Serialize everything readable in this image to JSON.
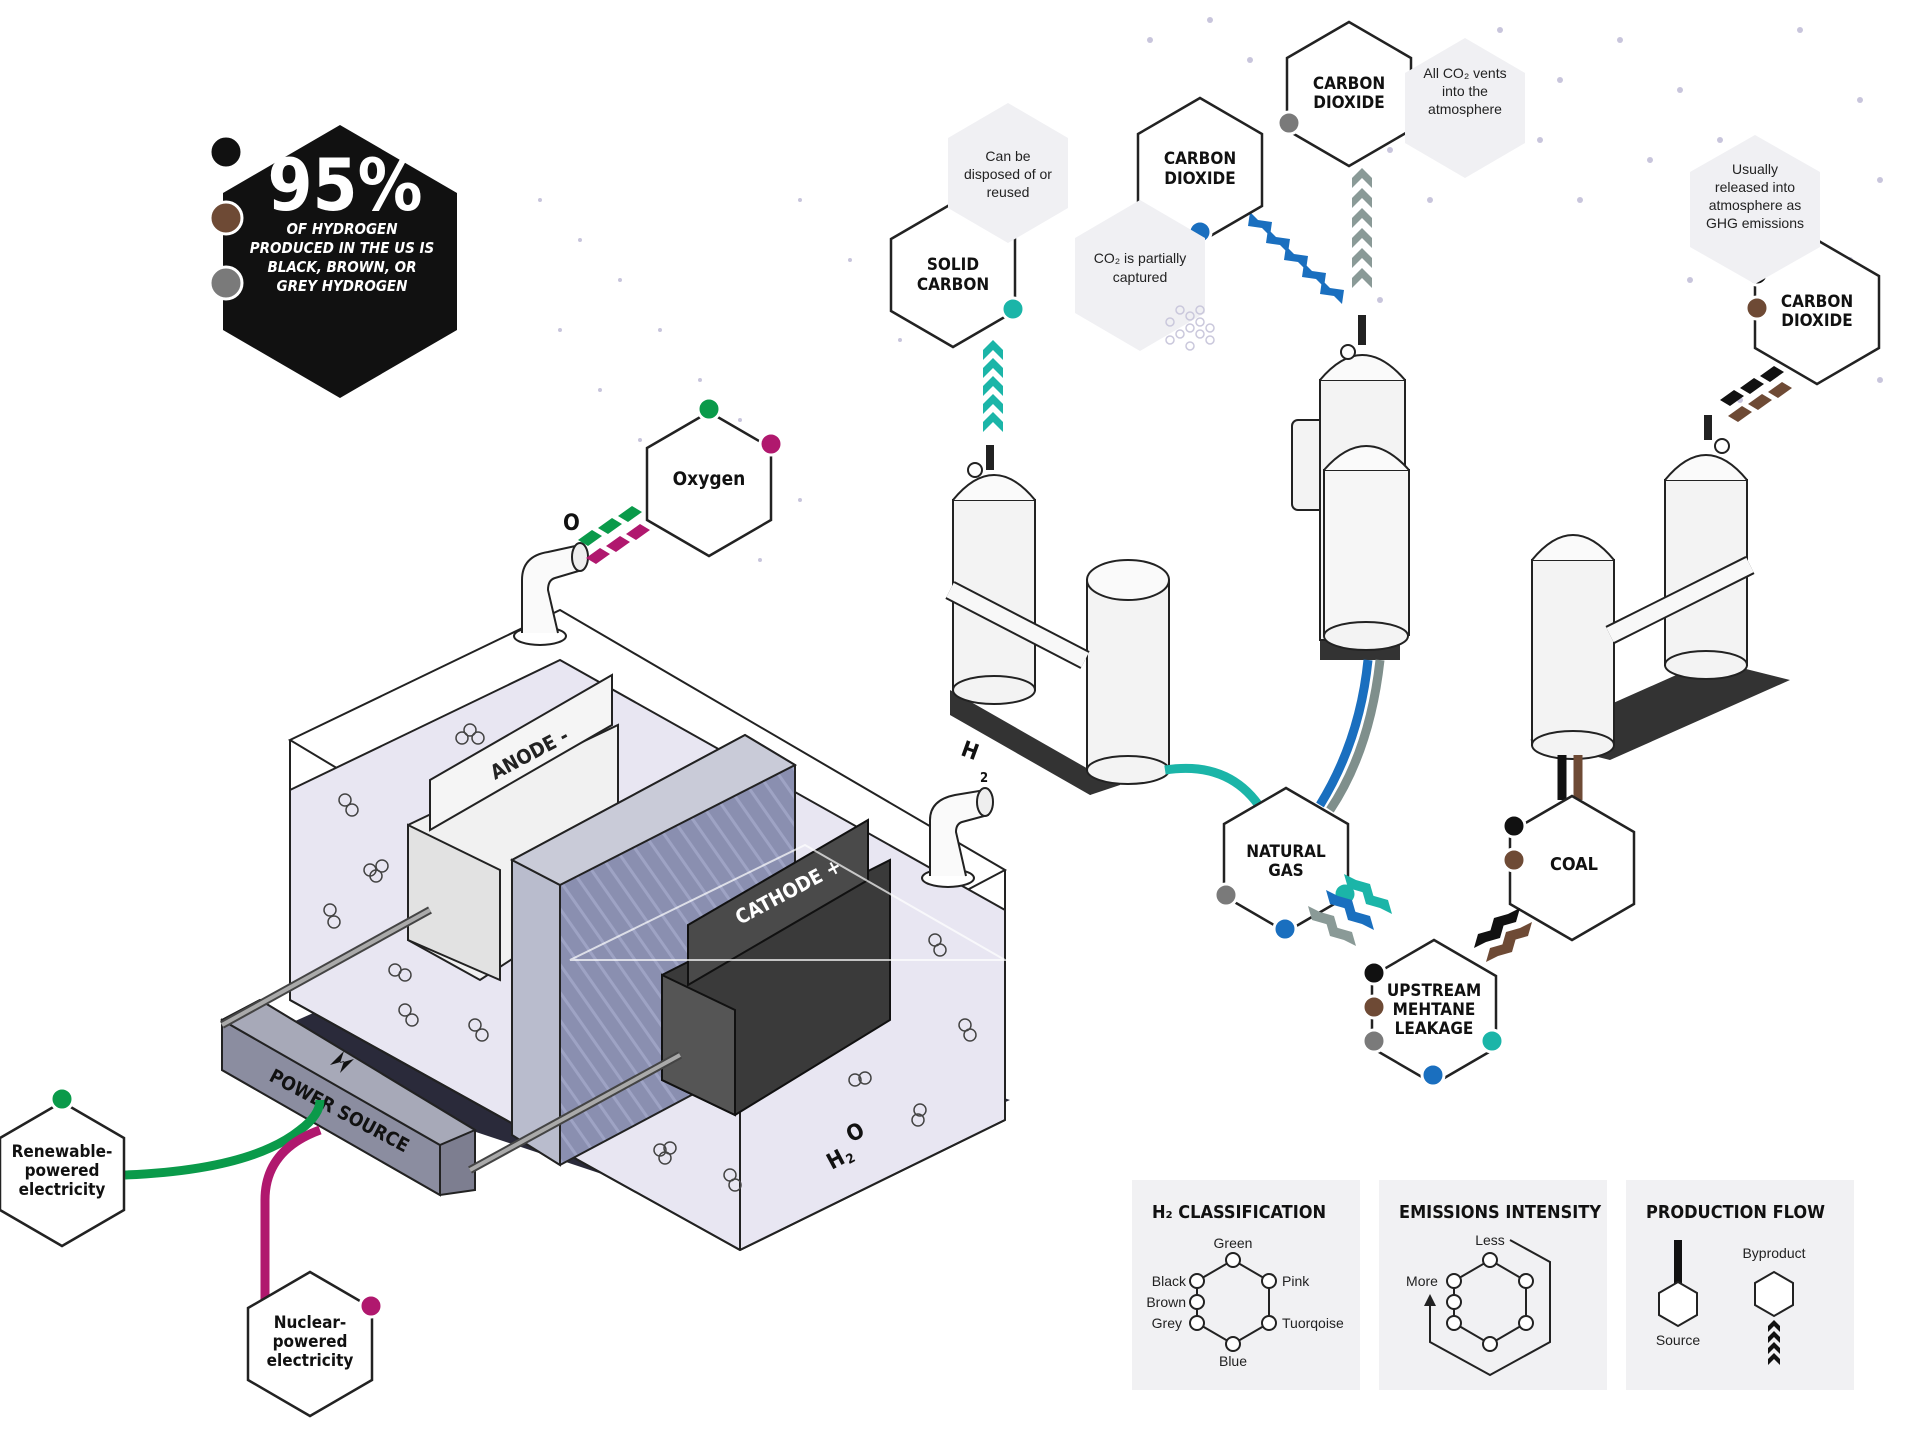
{
  "stat": {
    "percent": "95%",
    "line1": "OF HYDROGEN",
    "line2": "PRODUCED IN THE US IS",
    "line3": "BLACK, BROWN, OR",
    "line4": "GREY  HYDROGEN"
  },
  "nodes": {
    "oxygen": "Oxygen",
    "solid_carbon": [
      "SOLID",
      "CARBON"
    ],
    "co2_blue": [
      "CARBON",
      "DIOXIDE"
    ],
    "co2_grey": [
      "CARBON",
      "DIOXIDE"
    ],
    "co2_coal": [
      "CARBON",
      "DIOXIDE"
    ],
    "natural_gas": [
      "NATURAL",
      "GAS"
    ],
    "coal": "COAL",
    "upstream": [
      "UPSTREAM",
      "MEHTANE",
      "LEAKAGE"
    ],
    "renewable": [
      "Renewable-",
      "powered",
      "electricity"
    ],
    "nuclear": [
      "Nuclear-",
      "powered",
      "electricity"
    ]
  },
  "notes": {
    "solid_carbon": [
      "Can be",
      "disposed of or",
      "reused"
    ],
    "co2_partial": [
      "CO₂ is partially",
      "captured"
    ],
    "co2_vent": [
      "All CO₂ vents",
      "into the",
      "atmosphere"
    ],
    "co2_coal": [
      "Usually",
      "released into",
      "atmosphere as",
      "GHG emissions"
    ]
  },
  "electrolyzer": {
    "anode": "ANODE -",
    "cathode": "CATHODE +",
    "power": "POWER SOURCE",
    "o_label": "O",
    "h2_label": "H",
    "h2_sub": "2",
    "h2o_label": "H",
    "h2o_sub": "2",
    "h2o_o": "O"
  },
  "legend": {
    "classification": {
      "title": "H₂ CLASSIFICATION",
      "green": "Green",
      "pink": "Pink",
      "turquoise": "Tuorqoise",
      "blue": "Blue",
      "grey": "Grey",
      "brown": "Brown",
      "black": "Black"
    },
    "intensity": {
      "title": "EMISSIONS INTENSITY",
      "less": "Less",
      "more": "More"
    },
    "flow": {
      "title": "PRODUCTION FLOW",
      "source": "Source",
      "byproduct": "Byproduct"
    }
  },
  "colors": {
    "green": "#0a9a4a",
    "pink": "#b0186e",
    "turquoise": "#1bb5a8",
    "blue": "#1a6fbf",
    "grey": "#7a7a7a",
    "brown": "#6e4a35",
    "black": "#111111"
  }
}
